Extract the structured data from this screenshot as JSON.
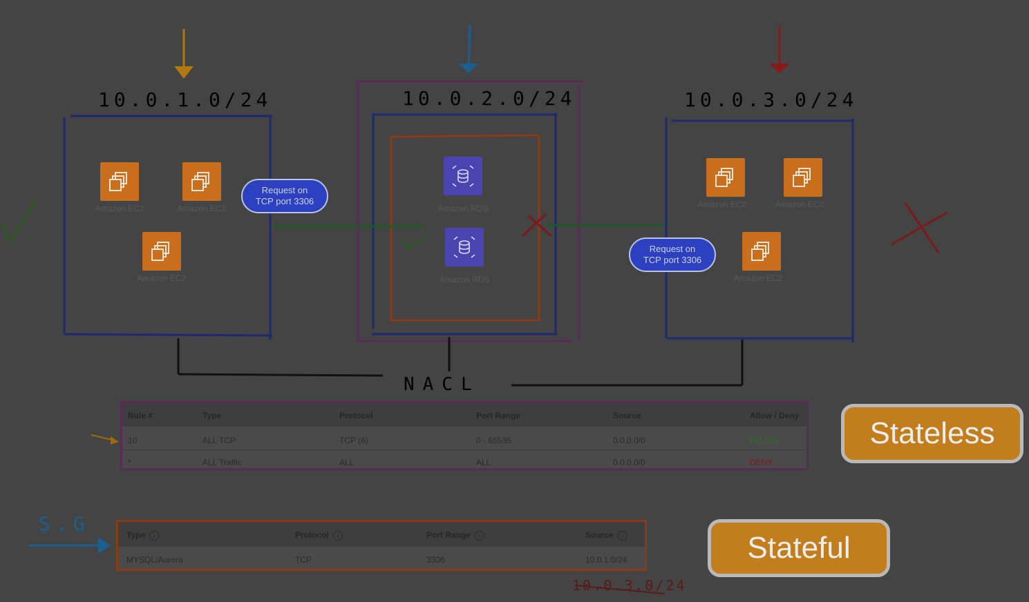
{
  "subnets": {
    "left": "10.0.1.0/24",
    "middle": "10.0.2.0/24",
    "right": "10.0.3.0/24"
  },
  "services": {
    "ec2_label": "Amazon EC2",
    "rds_label": "Amazon RDS"
  },
  "requests": {
    "left": {
      "line1": "Request on",
      "line2": "TCP port 3306"
    },
    "right": {
      "line1": "Request on",
      "line2": "TCP port 3306"
    }
  },
  "nacl_label": "NACL",
  "sg_label": "S.G",
  "nacl_table": {
    "headers": [
      "Rule #",
      "Type",
      "Protocol",
      "Port Range",
      "Source",
      "Allow / Deny"
    ],
    "rows": [
      [
        "10",
        "ALL TCP",
        "TCP (6)",
        "0 - 65535",
        "0.0.0.0/0",
        "ALLOW"
      ],
      [
        "*",
        "ALL Traffic",
        "ALL",
        "ALL",
        "0.0.0.0/0",
        "DENY"
      ]
    ]
  },
  "sg_table": {
    "headers": [
      "Type",
      "Protocol",
      "Port Range",
      "Source"
    ],
    "rows": [
      [
        "MYSQL/Aurora",
        "TCP",
        "3306",
        "10.0.1.0/24"
      ]
    ]
  },
  "scribble": "10.0.3.0/24",
  "labels": {
    "stateless": "Stateless",
    "stateful": "Stateful"
  },
  "colors": {
    "allow": "#2f7d2f",
    "deny": "#8a1a1a",
    "arrow_left": "#b07a10",
    "arrow_middle": "#1a5f90",
    "arrow_right": "#8a1a1a"
  }
}
